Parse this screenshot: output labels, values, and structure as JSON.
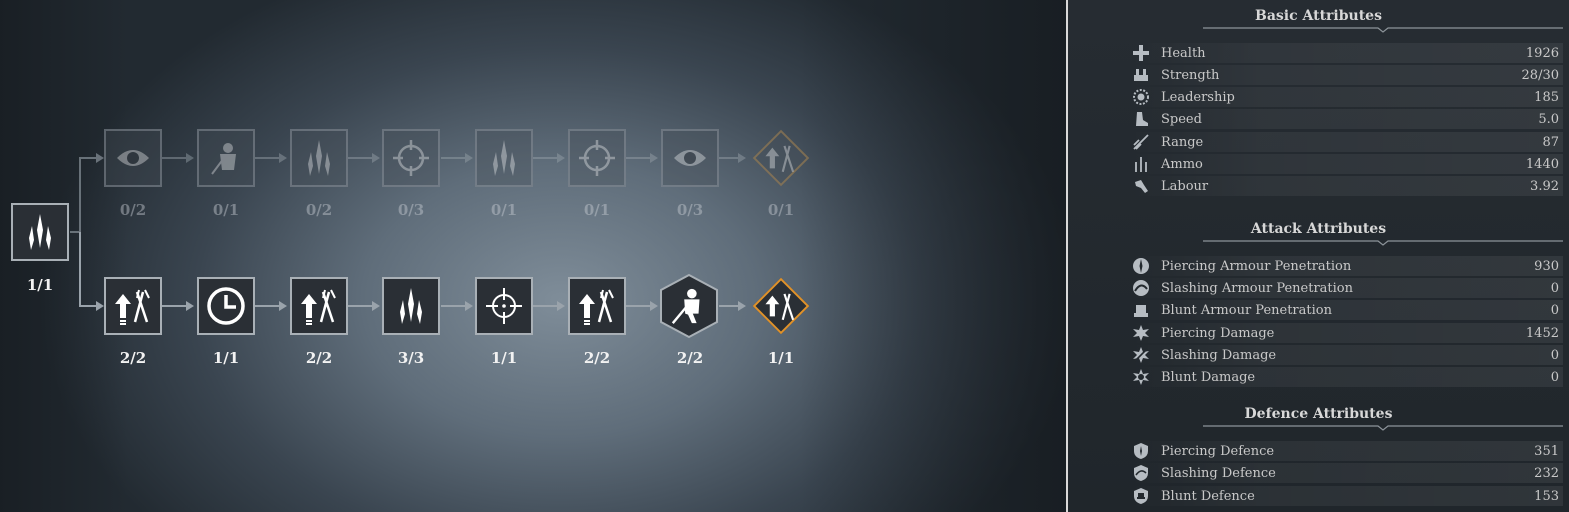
{
  "root": {
    "label": "1/1",
    "icon": "spear-icon"
  },
  "upper_row": [
    {
      "label": "0/2",
      "icon": "eye-icon"
    },
    {
      "label": "0/1",
      "icon": "knight-icon"
    },
    {
      "label": "0/2",
      "icon": "spear-icon"
    },
    {
      "label": "0/3",
      "icon": "target-icon"
    },
    {
      "label": "0/1",
      "icon": "spear-icon"
    },
    {
      "label": "0/1",
      "icon": "target-icon"
    },
    {
      "label": "0/3",
      "icon": "eye-icon"
    },
    {
      "label": "0/1",
      "icon": "upgrade-arrows-icon"
    }
  ],
  "lower_row": [
    {
      "label": "2/2",
      "icon": "upgrade-arrows-icon"
    },
    {
      "label": "1/1",
      "icon": "clock-icon"
    },
    {
      "label": "2/2",
      "icon": "upgrade-arrows-icon"
    },
    {
      "label": "3/3",
      "icon": "spear-icon"
    },
    {
      "label": "1/1",
      "icon": "crosshair-icon"
    },
    {
      "label": "2/2",
      "icon": "upgrade-arrows-icon"
    },
    {
      "label": "2/2",
      "icon": "knight-icon"
    },
    {
      "label": "1/1",
      "icon": "upgrade-arrows-icon"
    }
  ],
  "panel": {
    "basic": {
      "title": "Basic Attributes",
      "rows": [
        {
          "name": "Health",
          "value": "1926",
          "icon": "health-cross-icon"
        },
        {
          "name": "Strength",
          "value": "28/30",
          "icon": "strength-icon"
        },
        {
          "name": "Leadership",
          "value": "185",
          "icon": "leadership-icon"
        },
        {
          "name": "Speed",
          "value": "5.0",
          "icon": "boot-icon"
        },
        {
          "name": "Range",
          "value": "87",
          "icon": "range-icon"
        },
        {
          "name": "Ammo",
          "value": "1440",
          "icon": "ammo-icon"
        },
        {
          "name": "Labour",
          "value": "3.92",
          "icon": "labour-icon"
        }
      ]
    },
    "attack": {
      "title": "Attack Attributes",
      "rows": [
        {
          "name": "Piercing Armour Penetration",
          "value": "930",
          "icon": "piercing-pen-icon"
        },
        {
          "name": "Slashing Armour Penetration",
          "value": "0",
          "icon": "slashing-pen-icon"
        },
        {
          "name": "Blunt Armour Penetration",
          "value": "0",
          "icon": "blunt-pen-icon"
        },
        {
          "name": "Piercing Damage",
          "value": "1452",
          "icon": "piercing-damage-icon"
        },
        {
          "name": "Slashing Damage",
          "value": "0",
          "icon": "slashing-damage-icon"
        },
        {
          "name": "Blunt Damage",
          "value": "0",
          "icon": "blunt-damage-icon"
        }
      ]
    },
    "defence": {
      "title": "Defence Attributes",
      "rows": [
        {
          "name": "Piercing Defence",
          "value": "351",
          "icon": "piercing-shield-icon"
        },
        {
          "name": "Slashing Defence",
          "value": "232",
          "icon": "slashing-shield-icon"
        },
        {
          "name": "Blunt Defence",
          "value": "153",
          "icon": "blunt-shield-icon"
        }
      ]
    }
  },
  "colors": {
    "accent": "#e0922a",
    "node_border": "#a9b0b6",
    "panel_bg": "#232a30"
  }
}
